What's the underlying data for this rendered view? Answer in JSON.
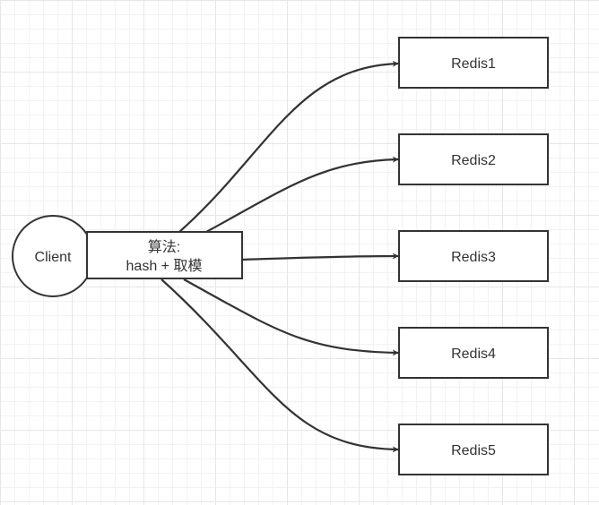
{
  "client": {
    "label": "Client"
  },
  "algorithm": {
    "line1": "算法:",
    "line2": "hash + 取模"
  },
  "servers": [
    {
      "label": "Redis1"
    },
    {
      "label": "Redis2"
    },
    {
      "label": "Redis3"
    },
    {
      "label": "Redis4"
    },
    {
      "label": "Redis5"
    }
  ],
  "colors": {
    "stroke": "#333333",
    "fill": "#ffffff",
    "grid": "#e6e6e6"
  }
}
